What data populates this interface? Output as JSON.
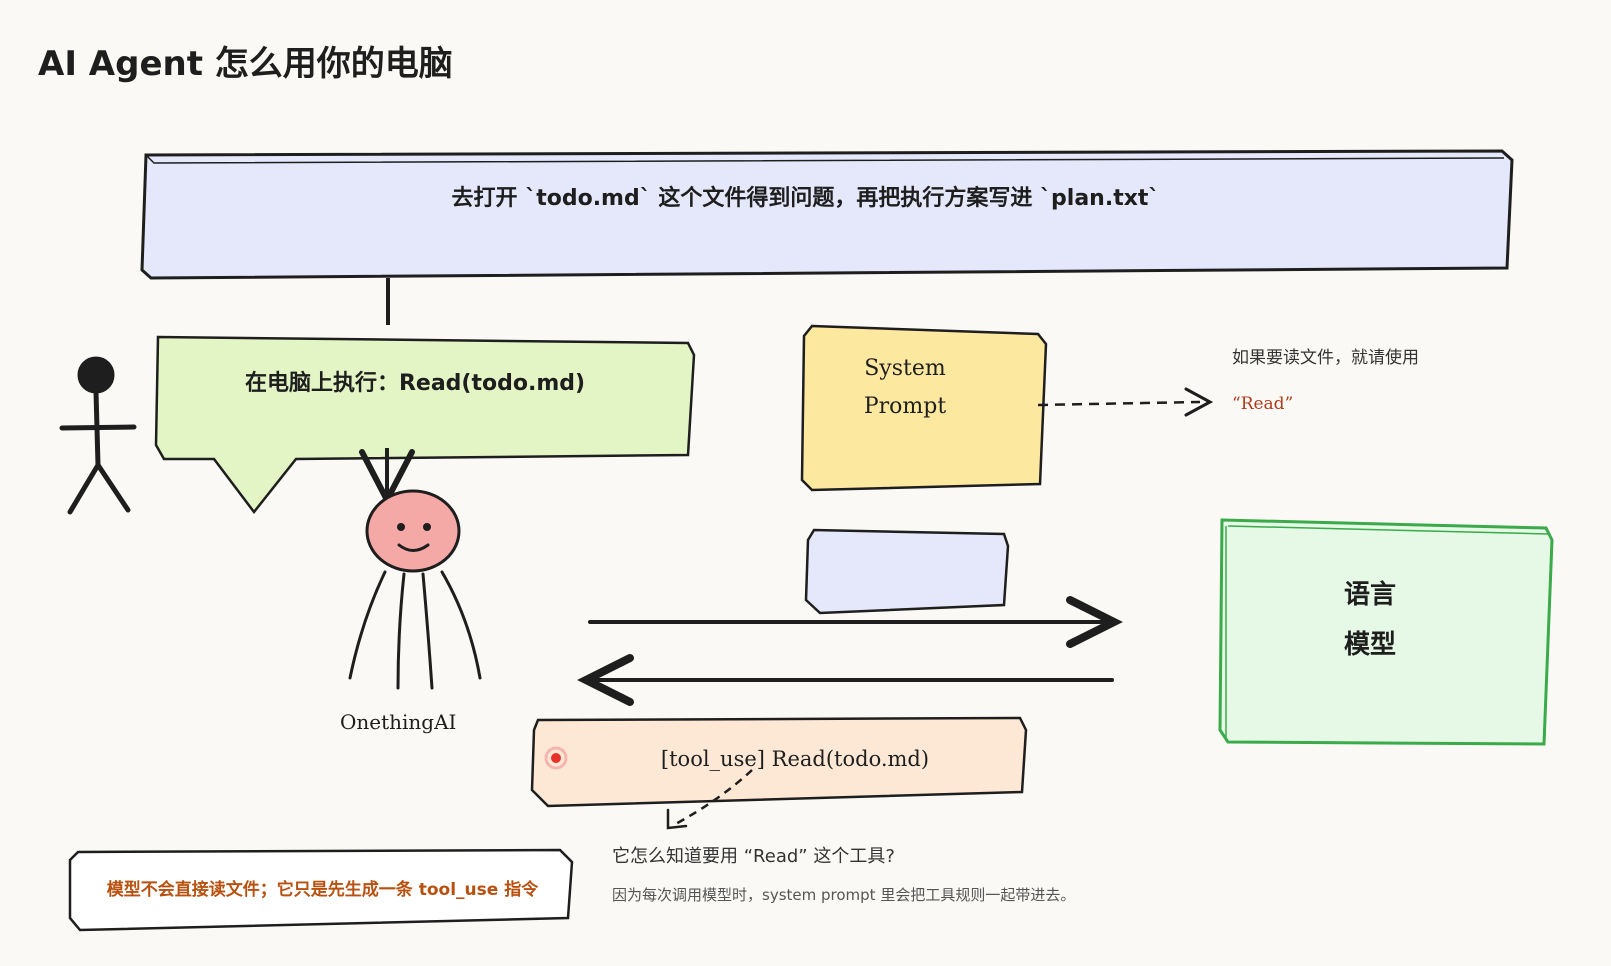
{
  "title": "AI Agent 怎么用你的电脑",
  "instruction_text": "去打开 `todo.md` 这个文件得到问题，再把执行方案写进 `plan.txt`",
  "execute_text": "在电脑上执行：Read(todo.md)",
  "system_prompt_line1": "System",
  "system_prompt_line2": "Prompt",
  "note_line1": "如果要读文件，就请使用",
  "note_line2": "“Read”",
  "lm_line1": "语言",
  "lm_line2": "模型",
  "agent_name": "OnethingAI",
  "tool_use_text": "[tool_use] Read(todo.md)",
  "question_text": "它怎么知道要用 “Read” 这个工具?",
  "answer_text": "因为每次调用模型时，system prompt 里会把工具规则一起带进去。",
  "warning_text": "模型不会直接读文件；它只是先生成一条 tool_use 指令",
  "colors": {
    "instruction_fill": "#e5e8fb",
    "exec_fill": "#e3f5c5",
    "system_fill": "#fde8a0",
    "lm_fill": "#e6f9e6",
    "lm_stroke": "#3aaa4a",
    "tool_fill": "#fde8d6",
    "face_fill": "#f4a9a6",
    "record_dot": "#e8302a"
  }
}
